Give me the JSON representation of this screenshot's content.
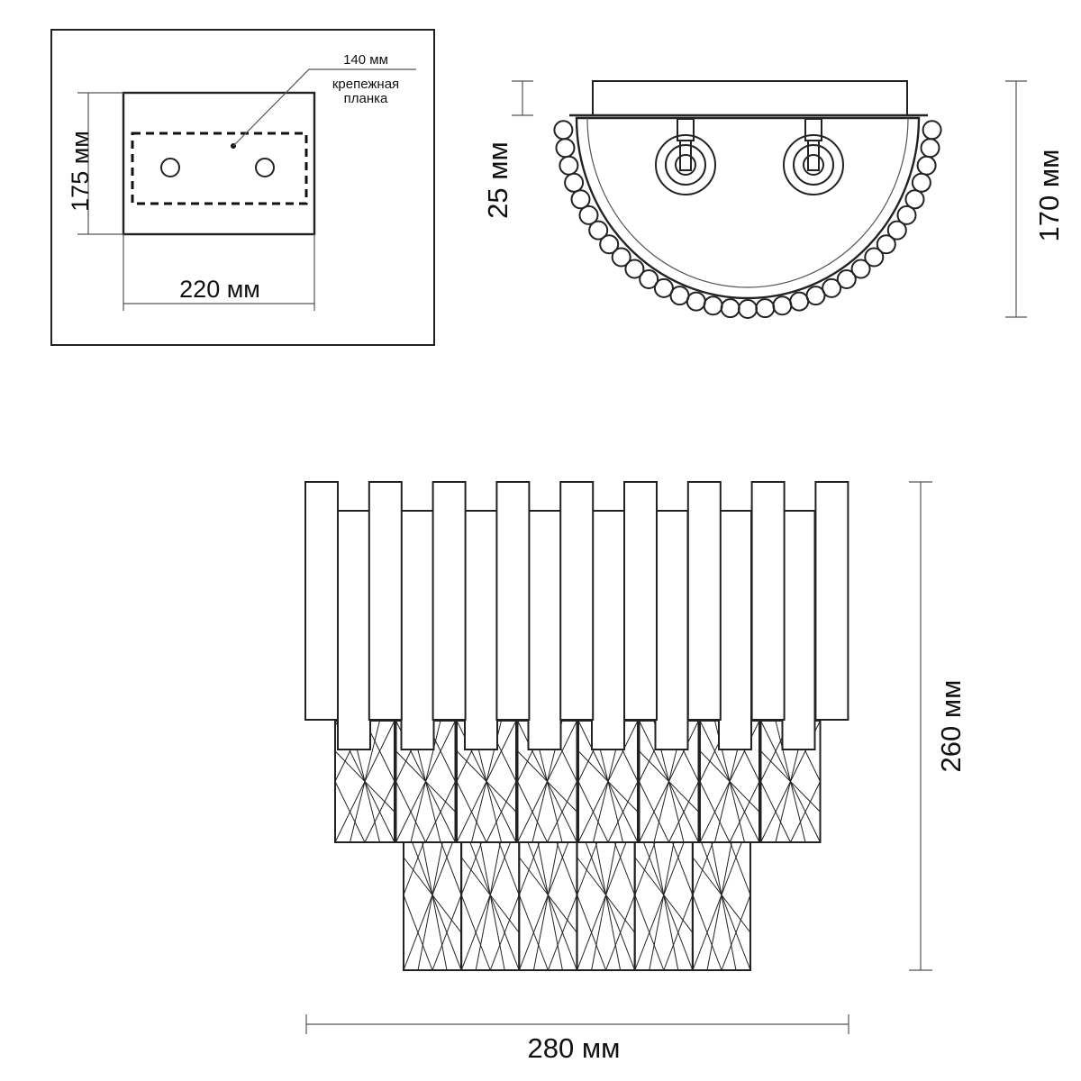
{
  "top_left_view": {
    "plate_width_label": "140 мм",
    "plate_name_line1": "крепежная",
    "plate_name_line2": "планка",
    "height_label": "175 мм",
    "width_label": "220 мм"
  },
  "top_right_view": {
    "depth_label": "25 мм",
    "height_label": "170 мм"
  },
  "front_view": {
    "height_label": "260 мм",
    "width_label": "280 мм"
  }
}
